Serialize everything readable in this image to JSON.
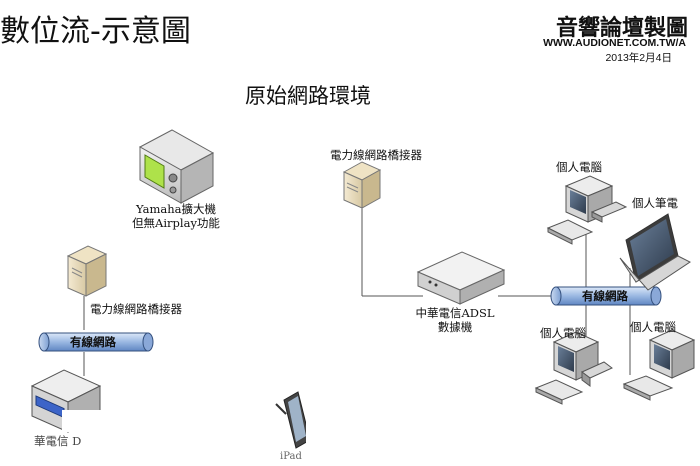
{
  "header": {
    "title": "數位流-示意圖",
    "brand": "音響論壇製圖",
    "brand_url": "WWW.AUDIONET.COM.TW/A",
    "date": "2013年2月4日"
  },
  "diagram": {
    "subtitle": "原始網路環境",
    "labels": {
      "yamaha_line1": "Yamaha擴大機",
      "yamaha_line2": "但無Airplay功能",
      "powerline_bridge_left": "電力線網路橋接器",
      "powerline_bridge_right": "電力線網路橋接器",
      "wired_network_left": "有線網路",
      "wired_network_right": "有線網路",
      "adsl_line1": "中華電信ADSL",
      "adsl_line2": "數據機",
      "pc_top": "個人電腦",
      "laptop": "個人筆電",
      "pc_bottom_left": "個人電腦",
      "pc_bottom_right": "個人電腦",
      "nas_partial": "華電信    D",
      "ipad_partial": "iPad"
    }
  }
}
